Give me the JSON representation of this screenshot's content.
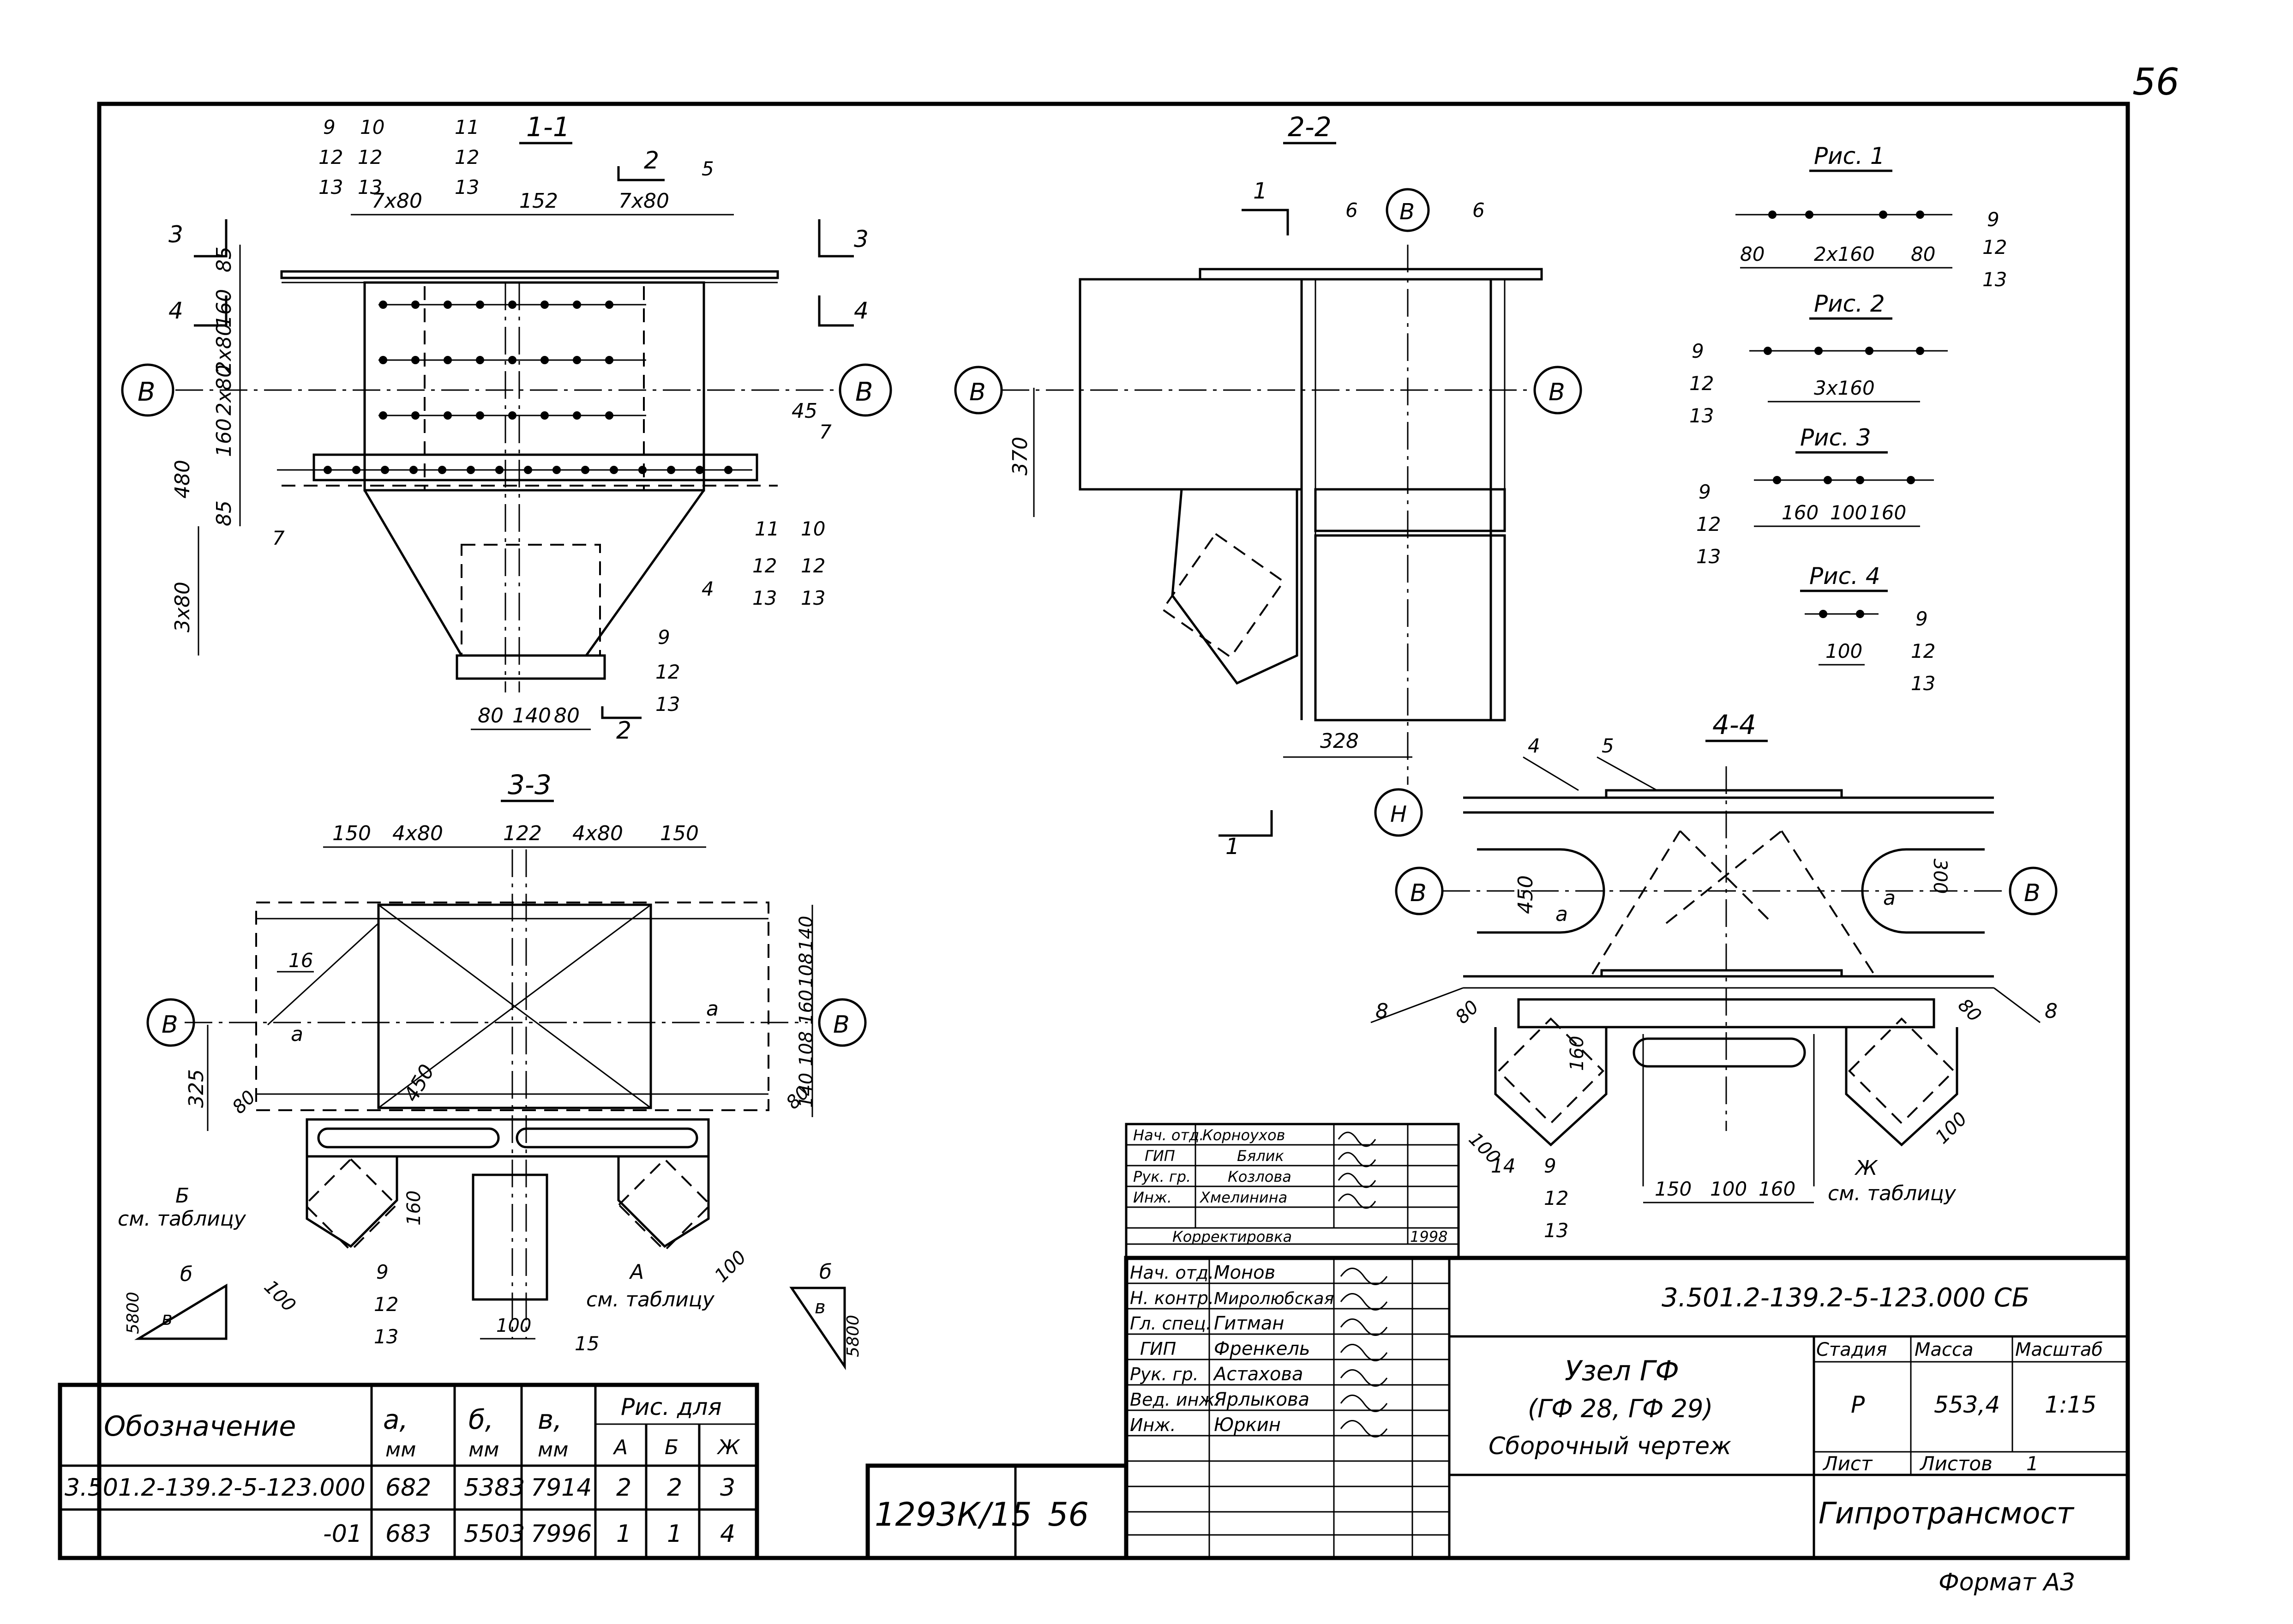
{
  "page_number": "56",
  "format_label": "Формат А3",
  "views": {
    "v11": {
      "title": "1-1",
      "axis": "В",
      "dims_top": [
        "7х80",
        "152",
        "7х80"
      ],
      "dims_left": [
        "85",
        "160",
        "2х80",
        "2х80",
        "160",
        "85"
      ],
      "dim_total": "480",
      "dim_lower": "3х80",
      "dims_bottom": [
        "80",
        "140",
        "80"
      ],
      "dim_right": "45",
      "cut_top": "2",
      "cut_bottom": "2",
      "cut_a": "3",
      "cut_b": "3",
      "cut_c": "4",
      "cut_d": "4",
      "pos": [
        "9",
        "12",
        "13",
        "10",
        "12",
        "13",
        "11",
        "12",
        "13",
        "5",
        "7",
        "7",
        "4",
        "11",
        "12",
        "13",
        "10",
        "12",
        "13",
        "9",
        "12",
        "13"
      ]
    },
    "v22": {
      "title": "2-2",
      "axis": "В",
      "axis_bottom": "Н",
      "dim_vertical": "370",
      "dim_horizontal": "328",
      "pos6a": "6",
      "pos6b": "6",
      "cut_top": "1",
      "cut_bottom": "1"
    },
    "v33": {
      "title": "3-3",
      "axis": "В",
      "dims_top": [
        "150",
        "4х80",
        "122",
        "4х80",
        "150"
      ],
      "dims_right": [
        "140",
        "108",
        "160",
        "108",
        "140",
        "80"
      ],
      "dim_left": "325",
      "dim_left2": "80",
      "dim_diag": "450",
      "dim_160": "160",
      "dim_100a": "100",
      "dim_100b": "100",
      "dim_100c": "100",
      "label_a1": "а",
      "label_a2": "а",
      "pos16": "16",
      "pos15": "15",
      "pos": [
        "9",
        "12",
        "13"
      ],
      "note_b_letter": "Б",
      "note_b_text": "см. таблицу",
      "note_a_letter": "А",
      "note_a_text": "см. таблицу",
      "tri_left_b": "б",
      "tri_left_v": "в",
      "tri_left_5800": "5800",
      "tri_right_b": "б",
      "tri_right_v": "в",
      "tri_right_5800": "5800"
    },
    "v44": {
      "title": "4-4",
      "axis": "В",
      "pos4": "4",
      "pos5": "5",
      "pos8a": "8",
      "pos8b": "8",
      "pos14": "14",
      "dim_450": "450",
      "dim_300": "300",
      "dim_160": "160",
      "dim_80a": "80",
      "dim_80b": "80",
      "dim_100a": "100",
      "dim_100b": "100",
      "dims_bottom": [
        "150",
        "100",
        "160"
      ],
      "label_a1": "а",
      "label_a2": "а",
      "pos": [
        "9",
        "12",
        "13"
      ],
      "note_zh_letter": "Ж",
      "note_zh_text": "см. таблицу"
    }
  },
  "figures": [
    {
      "title": "Рис. 1",
      "dims": [
        "80",
        "2х160",
        "80"
      ],
      "pos": [
        "9",
        "12",
        "13"
      ]
    },
    {
      "title": "Рис. 2",
      "dims": [
        "3х160"
      ],
      "pos": [
        "9",
        "12",
        "13"
      ]
    },
    {
      "title": "Рис. 3",
      "dims": [
        "160",
        "100",
        "160"
      ],
      "pos": [
        "9",
        "12",
        "13"
      ]
    },
    {
      "title": "Рис. 4",
      "dims": [
        "100"
      ],
      "pos": [
        "9",
        "12",
        "13"
      ]
    }
  ],
  "corrections": {
    "rows": [
      {
        "role": "Нач. отд.",
        "name": "Корноухов"
      },
      {
        "role": "ГИП",
        "name": "Бялик"
      },
      {
        "role": "Рук. гр.",
        "name": "Козлова"
      },
      {
        "role": "Инж.",
        "name": "Хмелинина"
      }
    ],
    "label": "Корректировка",
    "year": "1998"
  },
  "approvals": [
    {
      "role": "Нач. отд.",
      "name": "Монов"
    },
    {
      "role": "Н. контр.",
      "name": "Миролюбская"
    },
    {
      "role": "Гл. спец.",
      "name": "Гитман"
    },
    {
      "role": "ГИП",
      "name": "Френкель"
    },
    {
      "role": "Рук. гр.",
      "name": "Астахова"
    },
    {
      "role": "Вед. инж.",
      "name": "Ярлыкова"
    },
    {
      "role": "Инж.",
      "name": "Юркин"
    }
  ],
  "title_block": {
    "code": "3.501.2-139.2-5-123.000 СБ",
    "name_line1": "Узел ГФ",
    "name_line2": "(ГФ 28, ГФ 29)",
    "name_line3": "Сборочный   чертеж",
    "stage_label": "Стадия",
    "mass_label": "Масса",
    "scale_label": "Масштаб",
    "stage": "Р",
    "mass": "553,4",
    "scale": "1:15",
    "sheet_label": "Лист",
    "sheets_label": "Листов",
    "sheets": "1",
    "org": "Гипротрансмост"
  },
  "archive": {
    "number": "1293К/15",
    "page": "56"
  },
  "spec_table": {
    "headers": [
      "Обозначение",
      "а,",
      "б,",
      "в,",
      "Рис. для"
    ],
    "units": [
      "мм",
      "мм",
      "мм"
    ],
    "sub_headers": [
      "А",
      "Б",
      "Ж"
    ],
    "rows": [
      [
        "3.501.2-139.2-5-123.000",
        "682",
        "5383",
        "7914",
        "2",
        "2",
        "3"
      ],
      [
        "-01",
        "683",
        "5503",
        "7996",
        "1",
        "1",
        "4"
      ]
    ]
  }
}
